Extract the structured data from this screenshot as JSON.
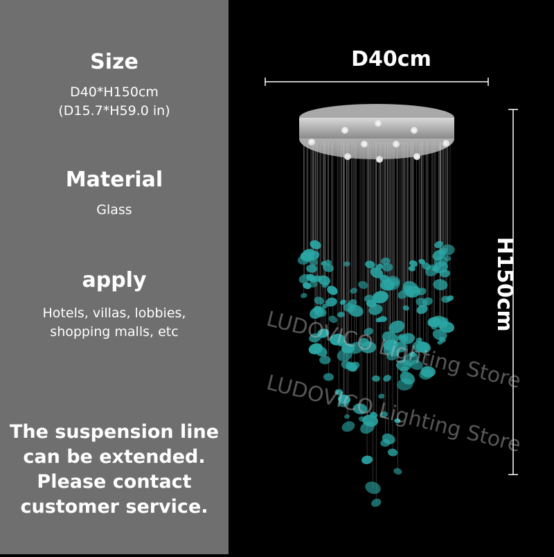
{
  "specs": {
    "size_heading": "Size",
    "size_line1": "D40*H150cm",
    "size_line2": "(D15.7*H59.0 in)",
    "material_heading": "Material",
    "material_value": "Glass",
    "apply_heading": "apply",
    "apply_line1": "Hotels, villas, lobbies,",
    "apply_line2": "shopping malls, etc"
  },
  "note": {
    "line1": "The suspension line",
    "line2": "can be extended.",
    "line3": "Please contact",
    "line4": "customer service."
  },
  "dimensions": {
    "diameter_label": "D40cm",
    "height_label": "H150cm"
  },
  "watermark": {
    "text1": "LUDOVICO Lighting Store",
    "text2": "LUDOVICO Lighting Store"
  },
  "colors": {
    "panel_bg": "#6f6f6f",
    "glass": "#2aa6a4",
    "canopy": "#bdbdbd"
  }
}
